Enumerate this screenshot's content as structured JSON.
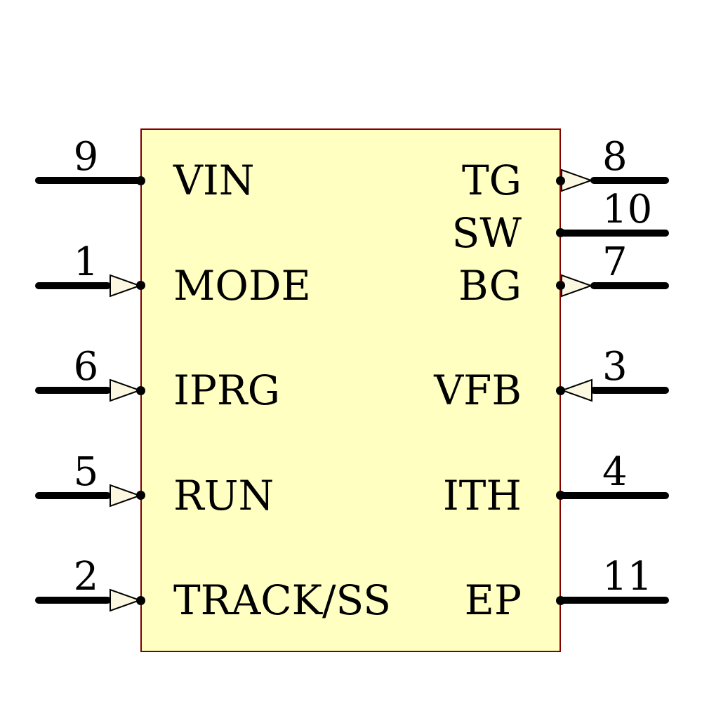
{
  "diagram": {
    "kind": "schematic-symbol",
    "colors": {
      "background": "#FFFFFF",
      "body_fill": "#FFFFC2",
      "body_border": "#840000",
      "pin_line": "#000000",
      "arrow_fill": "#FBF7E0",
      "arrow_stroke": "#000000",
      "text": "#000000"
    },
    "pins_left": [
      {
        "number": "9",
        "name": "VIN",
        "shape": "line",
        "row": 0
      },
      {
        "number": "1",
        "name": "MODE",
        "shape": "input-arrow",
        "row": 1
      },
      {
        "number": "6",
        "name": "IPRG",
        "shape": "input-arrow",
        "row": 2
      },
      {
        "number": "5",
        "name": "RUN",
        "shape": "input-arrow",
        "row": 3
      },
      {
        "number": "2",
        "name": "TRACK/SS",
        "shape": "input-arrow",
        "row": 4
      }
    ],
    "pins_right": [
      {
        "number": "8",
        "name": "TG",
        "shape": "output-arrow",
        "row": 0
      },
      {
        "number": "10",
        "name": "SW",
        "shape": "line",
        "row": 0.5
      },
      {
        "number": "7",
        "name": "BG",
        "shape": "output-arrow",
        "row": 1
      },
      {
        "number": "3",
        "name": "VFB",
        "shape": "input-arrow",
        "row": 2
      },
      {
        "number": "4",
        "name": "ITH",
        "shape": "line",
        "row": 3
      },
      {
        "number": "11",
        "name": "EP",
        "shape": "line",
        "row": 4
      }
    ]
  }
}
